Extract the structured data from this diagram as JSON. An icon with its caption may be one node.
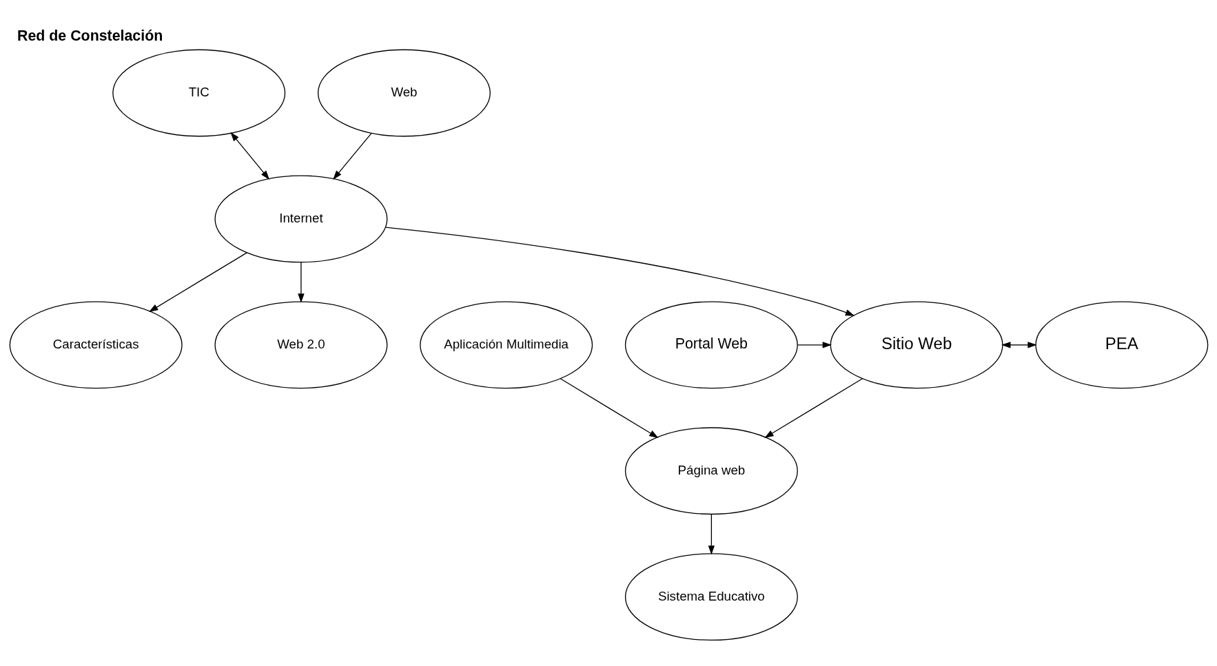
{
  "diagram": {
    "title": "Red de Constelación",
    "nodes": [
      {
        "text": [
          "TIC"
        ]
      },
      {
        "text": [
          "Web"
        ]
      },
      {
        "text": [
          "Internet"
        ]
      },
      {
        "text": [
          "Características"
        ]
      },
      {
        "text": [
          "Web 2.0"
        ]
      },
      {
        "text": [
          "Sitio Web"
        ]
      },
      {
        "text": [
          "PEA"
        ]
      },
      {
        "text": [
          "Portal Web"
        ]
      },
      {
        "text": [
          "Página web"
        ]
      },
      {
        "text": [
          "Sistema Educativo"
        ]
      },
      {
        "text": [
          "Aplicación Multimedia"
        ]
      }
    ],
    "edges": [
      {
        "from": 2,
        "to": 0,
        "arrow": "both"
      },
      {
        "from": 1,
        "to": 2,
        "arrow": "to"
      },
      {
        "from": 2,
        "to": 3,
        "arrow": "to"
      },
      {
        "from": 2,
        "to": 4,
        "arrow": "to"
      },
      {
        "from": 2,
        "to": 5,
        "arrow": "to"
      },
      {
        "from": 5,
        "to": 6,
        "arrow": "both"
      },
      {
        "from": 7,
        "to": 5,
        "arrow": "to"
      },
      {
        "from": 5,
        "to": 8,
        "arrow": "to"
      },
      {
        "from": 10,
        "to": 8,
        "arrow": "to"
      },
      {
        "from": 8,
        "to": 9,
        "arrow": "to"
      }
    ]
  }
}
